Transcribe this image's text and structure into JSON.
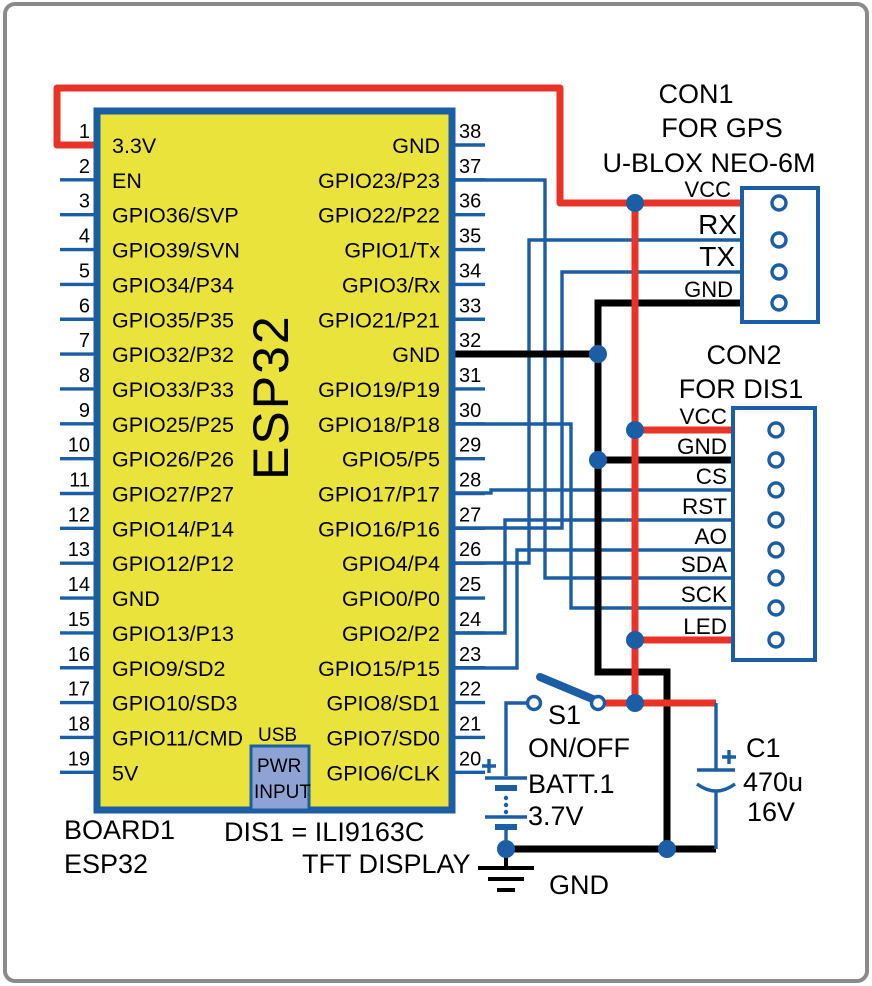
{
  "colors": {
    "wire_blue": "#1b5ea6",
    "wire_red": "#ea3327",
    "wire_black": "#000000",
    "chip_yellow": "#e9e33b",
    "usb_fill": "#8ea3d4"
  },
  "chip": {
    "name": "ESP32",
    "usb_label": "USB",
    "usb_line1": "PWR",
    "usb_line2": "INPUT",
    "left_pins": [
      {
        "n": "1",
        "label": "3.3V"
      },
      {
        "n": "2",
        "label": "EN"
      },
      {
        "n": "3",
        "label": "GPIO36/SVP"
      },
      {
        "n": "4",
        "label": "GPIO39/SVN"
      },
      {
        "n": "5",
        "label": "GPIO34/P34"
      },
      {
        "n": "6",
        "label": "GPIO35/P35"
      },
      {
        "n": "7",
        "label": "GPIO32/P32"
      },
      {
        "n": "8",
        "label": "GPIO33/P33"
      },
      {
        "n": "9",
        "label": "GPIO25/P25"
      },
      {
        "n": "10",
        "label": "GPIO26/P26"
      },
      {
        "n": "11",
        "label": "GPIO27/P27"
      },
      {
        "n": "12",
        "label": "GPIO14/P14"
      },
      {
        "n": "13",
        "label": "GPIO12/P12"
      },
      {
        "n": "14",
        "label": "GND"
      },
      {
        "n": "15",
        "label": "GPIO13/P13"
      },
      {
        "n": "16",
        "label": "GPIO9/SD2"
      },
      {
        "n": "17",
        "label": "GPIO10/SD3"
      },
      {
        "n": "18",
        "label": "GPIO11/CMD"
      },
      {
        "n": "19",
        "label": "5V"
      }
    ],
    "right_pins": [
      {
        "n": "38",
        "label": "GND"
      },
      {
        "n": "37",
        "label": "GPIO23/P23"
      },
      {
        "n": "36",
        "label": "GPIO22/P22"
      },
      {
        "n": "35",
        "label": "GPIO1/Tx"
      },
      {
        "n": "34",
        "label": "GPIO3/Rx"
      },
      {
        "n": "33",
        "label": "GPIO21/P21"
      },
      {
        "n": "32",
        "label": "GND"
      },
      {
        "n": "31",
        "label": "GPIO19/P19"
      },
      {
        "n": "30",
        "label": "GPIO18/P18"
      },
      {
        "n": "29",
        "label": "GPIO5/P5"
      },
      {
        "n": "28",
        "label": "GPIO17/P17"
      },
      {
        "n": "27",
        "label": "GPIO16/P16"
      },
      {
        "n": "26",
        "label": "GPIO4/P4"
      },
      {
        "n": "25",
        "label": "GPIO0/P0"
      },
      {
        "n": "24",
        "label": "GPIO2/P2"
      },
      {
        "n": "23",
        "label": "GPIO15/P15"
      },
      {
        "n": "22",
        "label": "GPIO8/SD1"
      },
      {
        "n": "21",
        "label": "GPIO7/SD0"
      },
      {
        "n": "20",
        "label": "GPIO6/CLK"
      }
    ]
  },
  "con1": {
    "title_line1": "CON1",
    "title_line2": "FOR GPS",
    "title_line3": "U-BLOX NEO-6M",
    "pins": [
      "VCC",
      "RX",
      "TX",
      "GND"
    ]
  },
  "con2": {
    "title_line1": "CON2",
    "title_line2": "FOR DIS1",
    "pins": [
      "VCC",
      "GND",
      "CS",
      "RST",
      "AO",
      "SDA",
      "SCK",
      "LED"
    ]
  },
  "switch": {
    "ref": "S1",
    "mode": "ON/OFF"
  },
  "battery": {
    "ref": "BATT.1",
    "voltage": "3.7V"
  },
  "capacitor": {
    "ref": "C1",
    "value": "470u",
    "rating": "16V"
  },
  "footer": {
    "board_ref": "BOARD1",
    "board_name": "ESP32",
    "display_note1": "DIS1 = ILI9163C",
    "display_note2": "TFT DISPLAY",
    "ground_label": "GND"
  }
}
